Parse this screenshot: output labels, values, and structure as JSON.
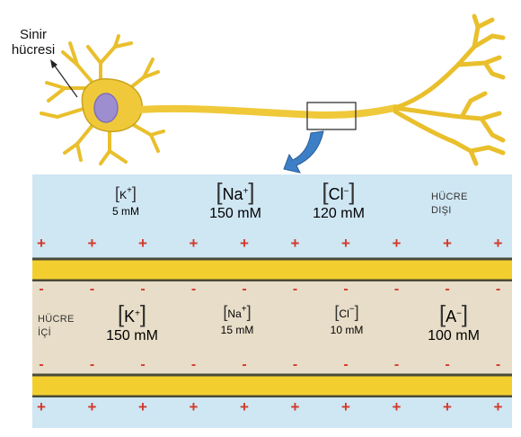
{
  "neuron_label": {
    "line1": "Sinir",
    "line2": "hücresi"
  },
  "outside": {
    "label_line1": "HÜCRE",
    "label_line2": "DIŞI",
    "ions": [
      {
        "symbol": "K",
        "charge": "+",
        "concentration": "5 mM",
        "size": "small"
      },
      {
        "symbol": "Na",
        "charge": "+",
        "concentration": "150 mM",
        "size": "big"
      },
      {
        "symbol": "Cl",
        "charge": "−",
        "concentration": "120 mM",
        "size": "big"
      }
    ],
    "charge_sign": "+"
  },
  "inside": {
    "label_line1": "HÜCRE",
    "label_line2": "İÇİ",
    "ions": [
      {
        "symbol": "K",
        "charge": "+",
        "concentration": "150 mM",
        "size": "big"
      },
      {
        "symbol": "Na",
        "charge": "+",
        "concentration": "15 mM",
        "size": "small"
      },
      {
        "symbol": "Cl",
        "charge": "−",
        "concentration": "10 mM",
        "size": "small"
      },
      {
        "symbol": "A",
        "charge": "−",
        "concentration": "100 mM",
        "size": "big"
      }
    ],
    "charge_sign": "-"
  },
  "colors": {
    "extracellular": "#cfe6f3",
    "intracellular": "#e8ddc8",
    "membrane": "#f2cf2f",
    "membrane_edge": "#4a4a38",
    "neuron": "#f0c93a",
    "neuron_edge": "#c9a21c",
    "nucleus": "#9d8ed0",
    "arrow": "#3d7fc7",
    "plus": "#d23a2a",
    "minus": "#d23a2a"
  }
}
